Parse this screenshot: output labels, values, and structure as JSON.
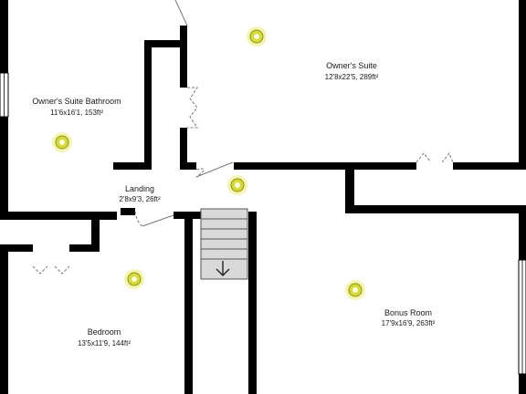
{
  "rooms": [
    {
      "name": "Owner's Suite Bathroom",
      "dimensions": "11'6x16'1, 153ft²"
    },
    {
      "name": "Owner's Suite",
      "dimensions": "12'8x22'5, 289ft²"
    },
    {
      "name": "Landing",
      "dimensions": "2'8x9'3, 26ft²"
    },
    {
      "name": "Bedroom",
      "dimensions": "13'5x11'9, 144ft²"
    },
    {
      "name": "Bonus Room",
      "dimensions": "17'9x16'9, 263ft²"
    }
  ],
  "icons": {
    "light": "ceiling-light-icon",
    "stairs_arrow": "arrow-down-icon"
  },
  "colors": {
    "wall": "#000000",
    "floor": "#ffffff",
    "stair": "#d9d9d9",
    "light": "#d7db3a"
  }
}
